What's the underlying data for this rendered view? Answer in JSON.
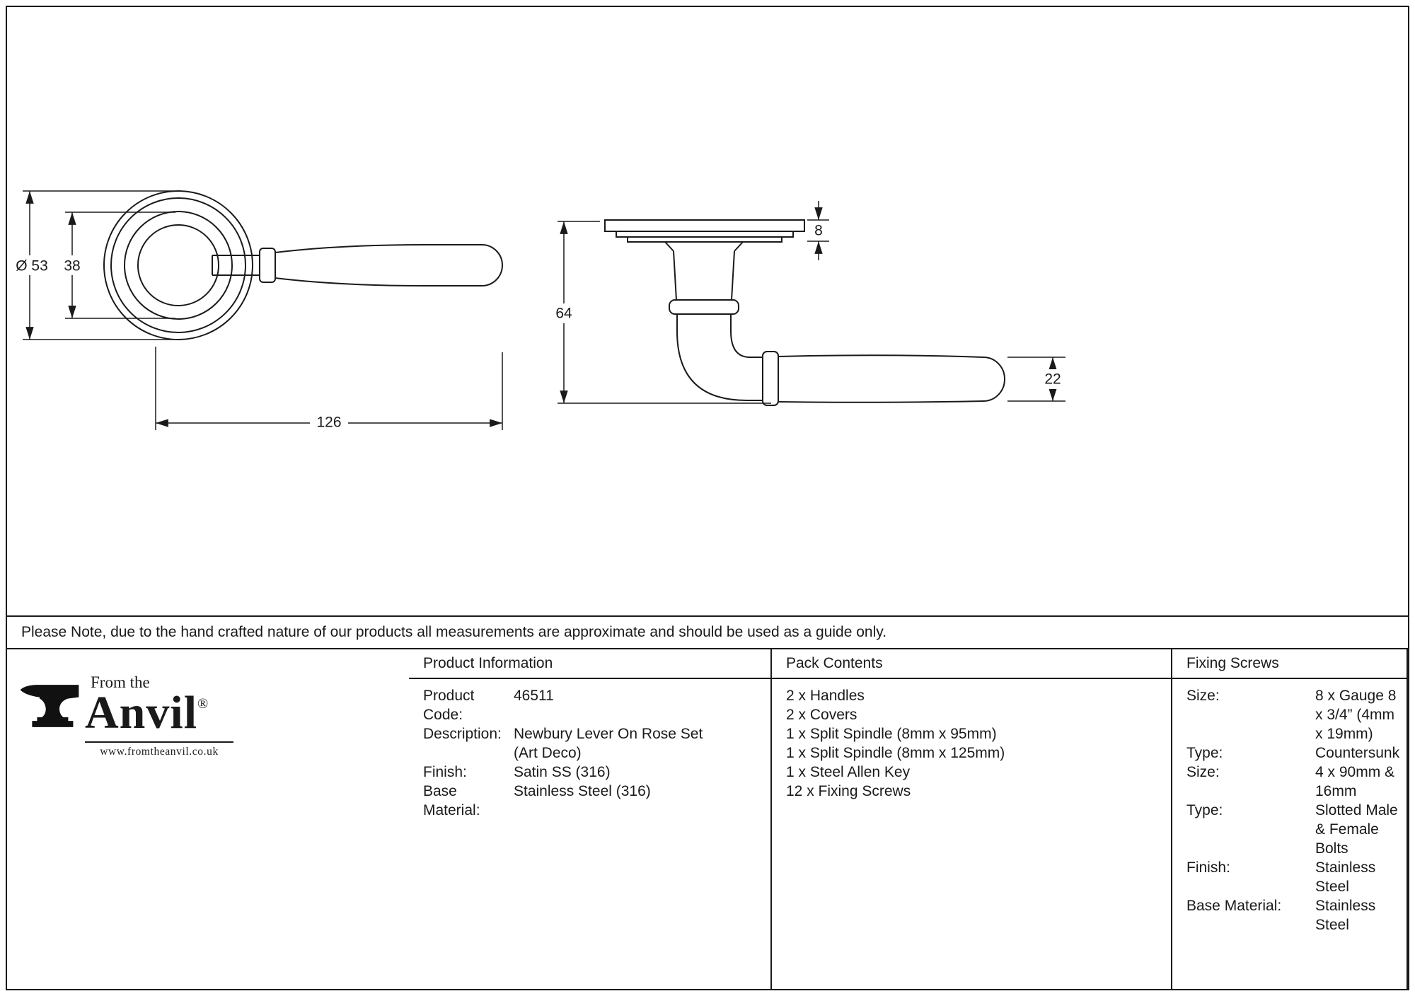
{
  "drawing": {
    "front_view": {
      "dim_diameter": "Ø 53",
      "dim_inner": "38",
      "dim_length": "126"
    },
    "side_view": {
      "dim_plate_thickness": "8",
      "dim_height": "64",
      "dim_lever_thickness": "22"
    }
  },
  "note": "Please Note, due to the hand crafted nature of our products all measurements are approximate and should be used as a guide only.",
  "product_information": {
    "title": "Product Information",
    "rows": [
      {
        "label": "Product Code:",
        "value": "46511"
      },
      {
        "label": "Description:",
        "value": "Newbury Lever On Rose Set"
      },
      {
        "label": "",
        "value": "(Art Deco)"
      },
      {
        "label": "Finish:",
        "value": "Satin SS (316)"
      },
      {
        "label": "Base Material:",
        "value": "Stainless Steel (316)"
      }
    ]
  },
  "pack_contents": {
    "title": "Pack Contents",
    "items": [
      "2 x Handles",
      "2 x Covers",
      "1 x Split Spindle (8mm x 95mm)",
      "1 x Split Spindle (8mm x 125mm)",
      "1 x Steel Allen Key",
      "12 x Fixing Screws"
    ]
  },
  "fixing_screws": {
    "title": "Fixing Screws",
    "rows": [
      {
        "label": "Size:",
        "value": "8 x Gauge 8 x 3/4” (4mm x 19mm)"
      },
      {
        "label": "Type:",
        "value": "Countersunk"
      },
      {
        "label": "Size:",
        "value": "4 x 90mm & 16mm"
      },
      {
        "label": "Type:",
        "value": "Slotted Male & Female Bolts"
      },
      {
        "label": "Finish:",
        "value": "Stainless Steel"
      },
      {
        "label": "Base Material:",
        "value": "Stainless Steel"
      }
    ]
  },
  "logo": {
    "tagline": "From the",
    "brand": "Anvil",
    "registered": "®",
    "website": "www.fromtheanvil.co.uk"
  },
  "colors": {
    "line": "#1a1a1a",
    "background": "#ffffff"
  }
}
